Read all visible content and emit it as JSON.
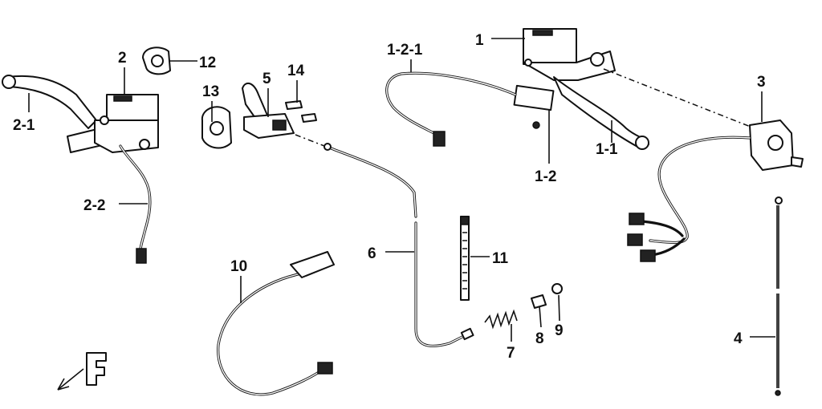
{
  "labels": {
    "p1": "1",
    "p1_1": "1-1",
    "p1_2": "1-2",
    "p1_2_1": "1-2-1",
    "p2": "2",
    "p2_1": "2-1",
    "p2_2": "2-2",
    "p3": "3",
    "p4": "4",
    "p5": "5",
    "p6": "6",
    "p7": "7",
    "p8": "8",
    "p9": "9",
    "p10": "10",
    "p11": "11",
    "p12": "12",
    "p13": "13",
    "p14": "14"
  },
  "icons": {
    "front_marker": "front-direction-f-icon"
  }
}
